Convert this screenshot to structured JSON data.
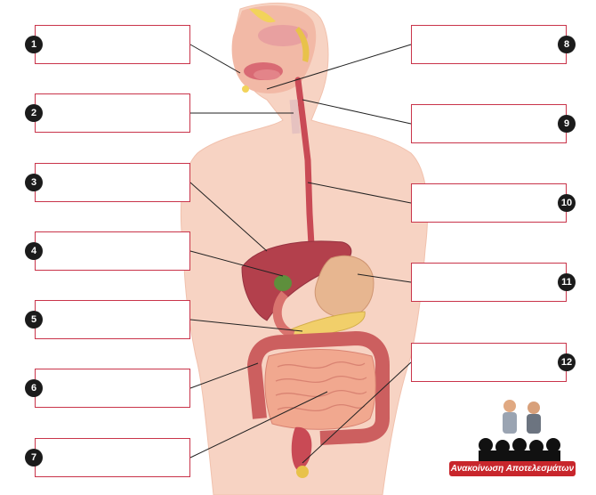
{
  "diagram": {
    "labels": [
      {
        "number": "1"
      },
      {
        "number": "2"
      },
      {
        "number": "3"
      },
      {
        "number": "4"
      },
      {
        "number": "5"
      },
      {
        "number": "6"
      },
      {
        "number": "7"
      },
      {
        "number": "8"
      },
      {
        "number": "9"
      },
      {
        "number": "10"
      },
      {
        "number": "11"
      },
      {
        "number": "12"
      }
    ]
  },
  "logo": {
    "caption": "Ανακοίνωση Αποτελεσμάτων"
  },
  "colors": {
    "box_border": "#c9344a",
    "skin": "#f6cdbb",
    "organ": "#c2414b",
    "badge": "#1b1b1b"
  }
}
